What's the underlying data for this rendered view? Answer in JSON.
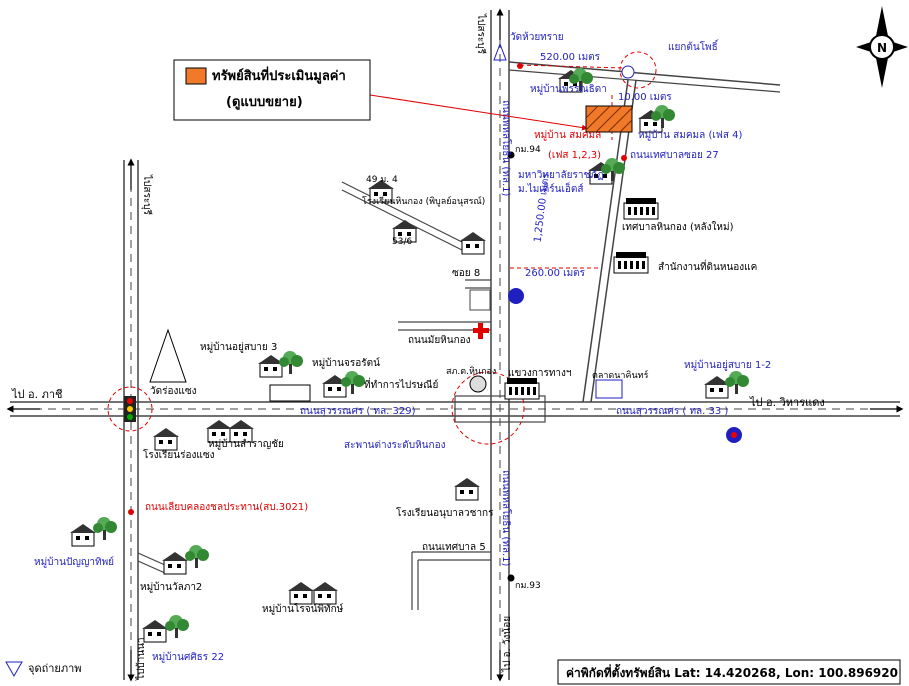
{
  "legend": {
    "asset_title": "ทรัพย์สินที่ประเมินมูลค่า",
    "asset_sub": "(ดูแบบขยาย)",
    "photo_point": "จุดถ่ายภาพ"
  },
  "coords_text": "ค่าพิกัดที่ตั้งทรัพย์สิน Lat: 14.420268, Lon: 100.896920",
  "compass_letter": "N",
  "colors": {
    "blue": "#1f1fbf",
    "red": "#e00000",
    "asset": "#f07a2a",
    "road": "#444444"
  },
  "directions": {
    "to_saraburi_top": "ไปสระบุรี",
    "to_saraburi_left": "ไปสระบุรี",
    "to_pathum": "ไป อ. ภาชี",
    "to_wihandaeng": "ไป อ. วิหารแดง",
    "to_wangnoi": "ไป อ. วังน้อย",
    "to_left_bottom": "ไปบ้านนา"
  },
  "roads": {
    "phahonyothin_top": "ถนนพหลโยธิน (ทล.1)",
    "phahonyothin_bottom": "ถนนพหลโยธิน (ทล.1)",
    "suwannason_left": "ถนนสุวรรณศร ( ทล. 329)",
    "suwannason_right": "ถนนสุวรรณศร ( ทล. 33 )",
    "canal_road": "ถนนเลียบคลองชลประทาน(สบ.3021)",
    "soi27": "ถนนเทศบาลซอย 27",
    "hinkong_road": "ถนนมัยหินกอง",
    "soi8": "ซอย 8",
    "soi5": "ถนนเทศบาล 5"
  },
  "distances": {
    "d520": "520.00 เมตร",
    "d10": "10.00 เมตร",
    "d1250": "1,250.00 เมตร",
    "d260": "260.00 เมตร"
  },
  "places": {
    "wat_huaysai": "วัดห้วยทราย",
    "yaek_tonpho": "แยกต้นโพธิ์",
    "mb_phansiri": "หมู่บ้านพรรณธิดา",
    "mb_somkamol": "หมู่บ้าน สมคมล",
    "mb_somkamol_phase": "(เฟส 1,2,3)",
    "mb_somkamol4": "หมู่บ้าน สมคมล (เฟส 4)",
    "km94": "กม.94",
    "km93": "กม.93",
    "ban49": "49 ม. 4",
    "ban53": "53/6",
    "school_hinkong": "โรงเรียนหินกอง (พิบูลย์อนุสรณ์)",
    "university": "มหาวิทยาลัยราชภัฏ",
    "university2": "ม.ไมเดิร์นเอ็ตส์",
    "tessaban": "เทศบาลหินกอง (หลังใหม่)",
    "land_office": "สำนักงานที่ดินหนองแค",
    "highway_office": "แขวงการทางฯ",
    "police": "สภ.ต.หินกอง",
    "market": "ตลาดนาคินทร์",
    "mb_yusabai12": "หมู่บ้านอยู่สบาย 1-2",
    "mb_yusabai3": "หมู่บ้านอยู่สบาย 3",
    "mb_charoen": "หมู่บ้านจรอรัตน์",
    "post_office": "ที่ทำการไปรษณีย์",
    "wat_rongsaeng": "วัดร่องแซง",
    "school_rongsaeng": "โรงเรียนร่องแซง",
    "mb_samrat": "หมู่บ้านสำราญชัย",
    "overpass": "สะพานต่างระดับหินกอง",
    "school_anuban": "โรงเรียนอนุบาลวชากร",
    "mb_panya": "หมู่บ้านปัญญาทิพย์",
    "mb_wallapa": "หมู่บ้านวัลภา2",
    "mb_rojana": "หมู่บ้านโรจน์พิทักษ์",
    "mb_sasithon": "หมู่บ้านศศิธร 22"
  }
}
